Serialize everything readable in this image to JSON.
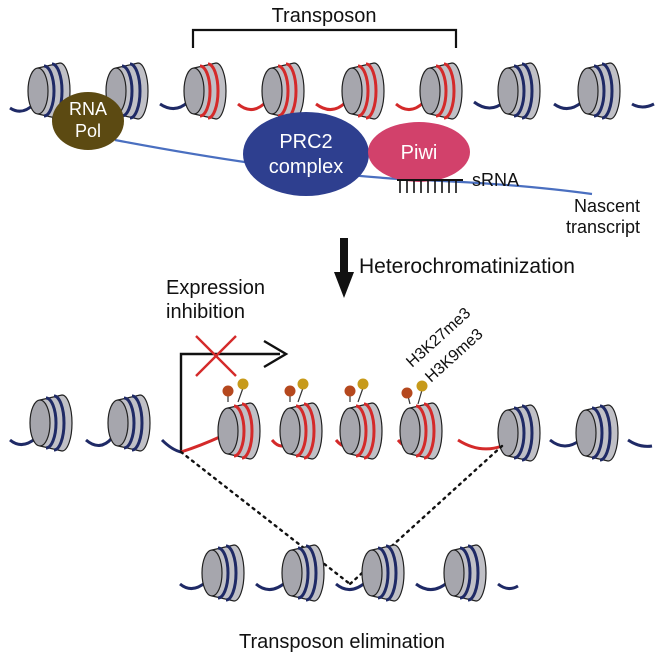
{
  "labels": {
    "transposon": "Transposon",
    "rna_pol_line1": "RNA",
    "rna_pol_line2": "Pol",
    "prc2_line1": "PRC2",
    "prc2_line2": "complex",
    "piwi": "Piwi",
    "srna": "sRNA",
    "nascent_line1": "Nascent",
    "nascent_line2": "transcript",
    "heterochromatinization": "Heterochromatinization",
    "expression_line1": "Expression",
    "expression_line2": "inhibition",
    "h3k27me3": "H3K27me3",
    "h3k9me3": "H3K9me3",
    "elimination": "Transposon elimination"
  },
  "colors": {
    "dna": "#1f2a66",
    "transposon_dna": "#d42a2a",
    "nucleosome_fill": "#c0c0c6",
    "rna_pol": "#5c4a12",
    "prc2": "#2e3f8f",
    "piwi": "#d2416b",
    "transcript": "#4a6fc0",
    "mark_k27": "#b5481e",
    "mark_k9": "#c79a1a"
  }
}
